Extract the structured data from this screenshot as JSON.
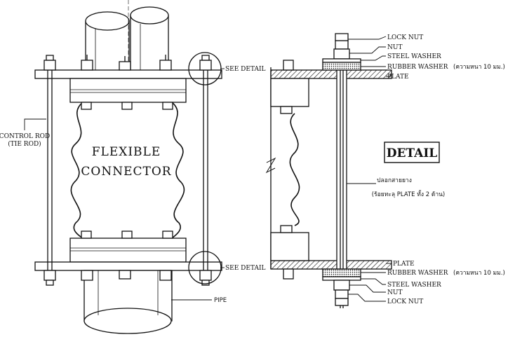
{
  "left_view": {
    "connector_line1": "FLEXIBLE",
    "connector_line2": "CONNECTOR",
    "control_rod_line1": "CONTROL ROD",
    "control_rod_line2": "(TIE ROD)",
    "see_detail_top": "SEE DETAIL",
    "see_detail_bottom": "SEE DETAIL",
    "pipe": "PIPE"
  },
  "detail_view": {
    "title": "DETAIL",
    "top_labels": {
      "lock_nut": "LOCK NUT",
      "nut": "NUT",
      "steel_washer": "STEEL WASHER",
      "rubber_washer": "RUBBER WASHER",
      "rubber_washer_note": "(ความหนา 10 มม.)",
      "plate": "PLATE"
    },
    "sleeve_line1": "ปลอกสายยาง",
    "sleeve_line2": "(ร้อยทะลุ PLATE ทั้ง 2 ด้าน)",
    "bottom_labels": {
      "plate": "PLATE",
      "rubber_washer": "RUBBER WASHER",
      "rubber_washer_note": "(ความหนา 10 มม.)",
      "steel_washer": "STEEL WASHER",
      "nut": "NUT",
      "lock_nut": "LOCK NUT"
    }
  }
}
